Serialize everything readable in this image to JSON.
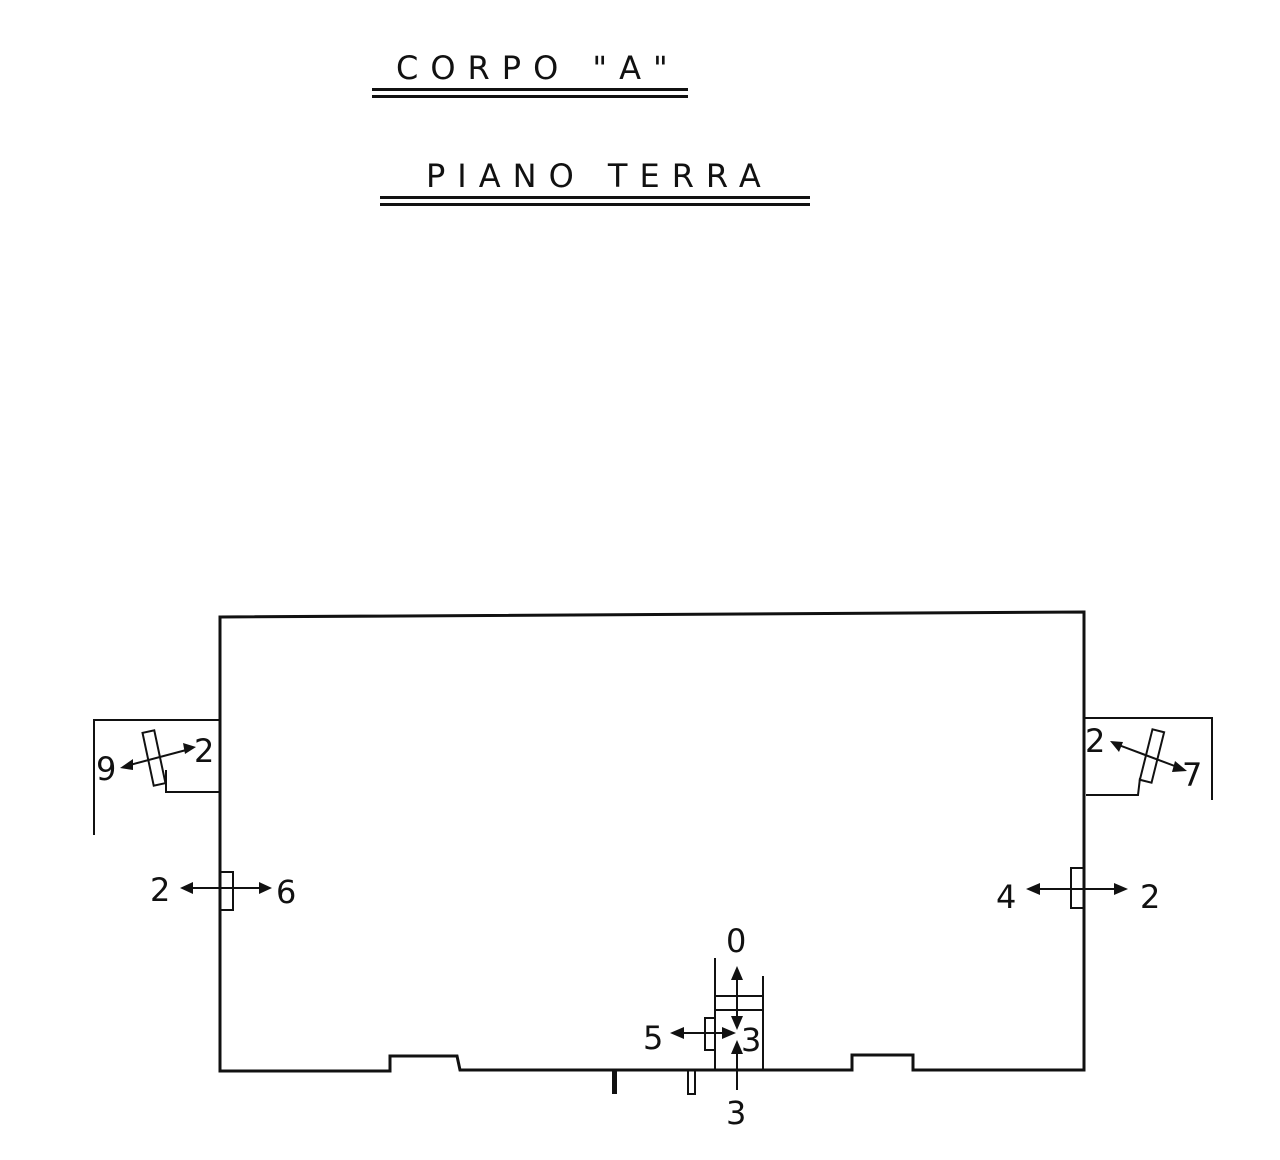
{
  "title_line_1": "CORPO \"A\"",
  "title_line_2": "PIANO TERRA",
  "labels": {
    "west_stair_left": "9",
    "west_stair_right": "2",
    "west_door_left": "2",
    "west_door_right": "6",
    "east_stair_left": "2",
    "east_stair_right": "7",
    "east_door_left": "4",
    "east_door_right": "2",
    "south_stair_top": "0",
    "south_stair_left": "5",
    "south_stair_center": "3",
    "south_stair_bottom": "3"
  },
  "colors": {
    "ink": "#111111",
    "paper": "#ffffff"
  }
}
